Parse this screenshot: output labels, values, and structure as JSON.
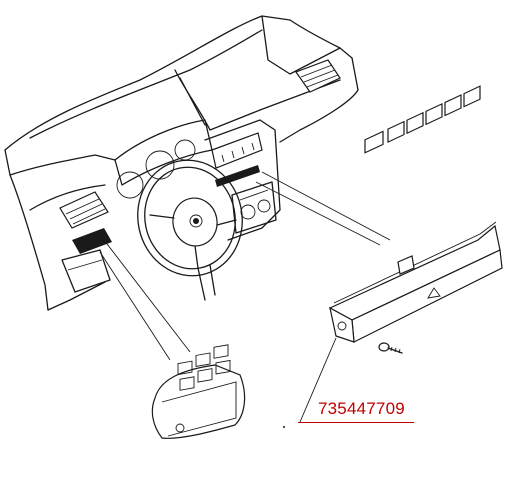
{
  "part_number": {
    "text": "735447709",
    "color": "#c00000"
  },
  "colors": {
    "line": "#1a1a1a",
    "background": "#ffffff"
  },
  "components": [
    {
      "name": "dashboard",
      "icon": "dashboard-outline"
    },
    {
      "name": "steering-wheel",
      "icon": "steering-wheel-outline"
    },
    {
      "name": "left-switch-panel",
      "icon": "switch-panel-outline"
    },
    {
      "name": "center-switch-panel",
      "icon": "switch-panel-outline"
    },
    {
      "name": "mounting-screw",
      "icon": "screw-outline"
    }
  ]
}
